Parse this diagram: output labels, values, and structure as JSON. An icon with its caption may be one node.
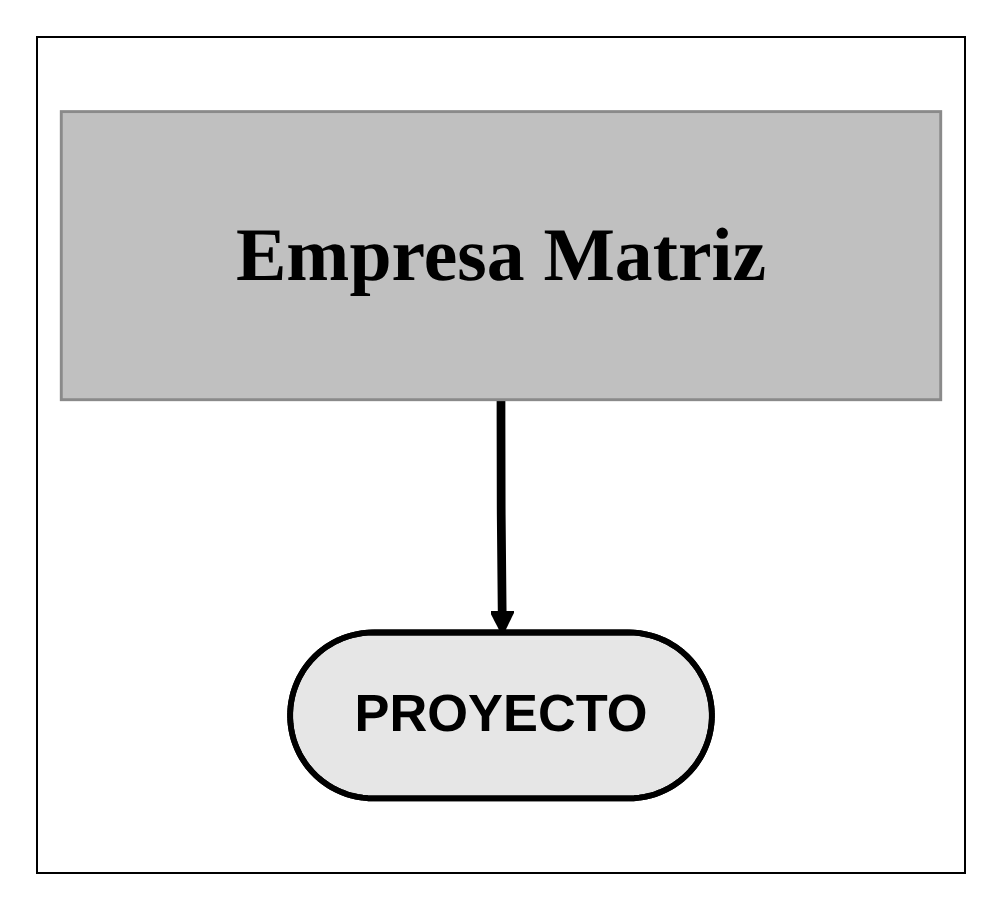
{
  "diagram": {
    "nodes": [
      {
        "text": [
          "Empresa Matriz"
        ]
      },
      {
        "text": [
          "PROYECTO"
        ]
      }
    ],
    "edges": [
      {
        "from": 0,
        "to": 1,
        "arrow": "to"
      }
    ]
  }
}
